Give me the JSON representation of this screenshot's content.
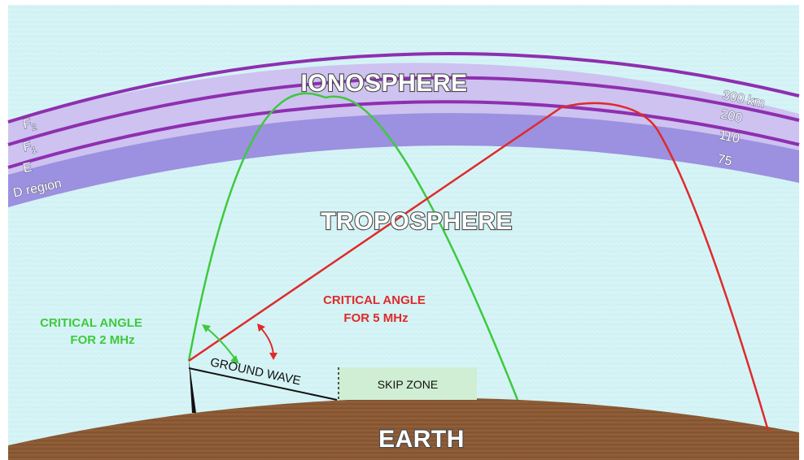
{
  "labels": {
    "ionosphere": "IONOSPHERE",
    "troposphere": "TROPOSPHERE",
    "earth": "EARTH",
    "ground_wave": "GROUND WAVE",
    "skip_zone": "SKIP ZONE",
    "critical_2_line1": "CRITICAL ANGLE",
    "critical_2_line2": "FOR 2 MHz",
    "critical_5_line1": "CRITICAL ANGLE",
    "critical_5_line2": "FOR 5 MHz"
  },
  "layers": {
    "f2": {
      "name": "F",
      "subscript": "2",
      "altitude": "300 km"
    },
    "f1": {
      "name": "F",
      "subscript": "1",
      "altitude": "200"
    },
    "e": {
      "name": "E",
      "altitude": "110"
    },
    "d": {
      "name": "D region",
      "altitude": "75"
    }
  },
  "colors": {
    "sky": "#d6f4f6",
    "ionosphere_band": "#c9b8ee",
    "layer_line": "#8e2fb0",
    "d_region": "#9c90e0",
    "earth": "#8b5a35",
    "skip_zone": "#cfeed4",
    "ray_2mhz": "#3ec93e",
    "ray_5mhz": "#e02a2a"
  }
}
